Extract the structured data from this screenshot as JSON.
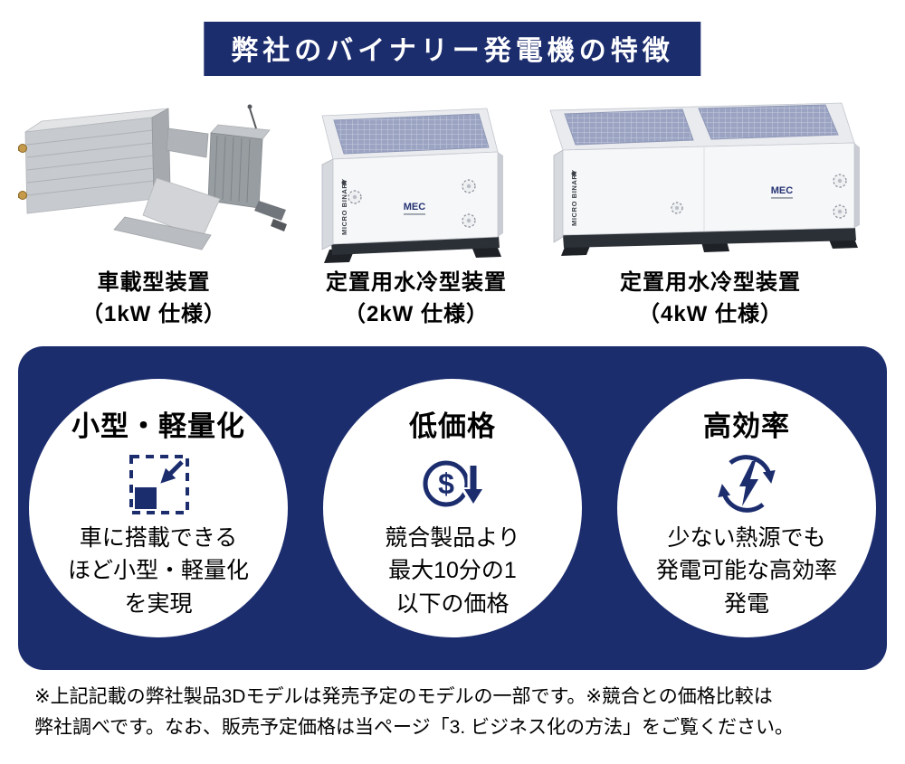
{
  "title": "弊社のバイナリー発電機の特徴",
  "products": [
    {
      "name": "車載型装置",
      "spec": "（1kW 仕様）"
    },
    {
      "name": "定置用水冷型装置",
      "spec": "（2kW 仕様）",
      "brand": "MICRO BINARY",
      "logo": "MEC"
    },
    {
      "name": "定置用水冷型装置",
      "spec": "（4kW 仕様）",
      "brand": "MICRO BINARY",
      "logo": "MEC"
    }
  ],
  "features": [
    {
      "heading": "小型・軽量化",
      "icon": "shrink-arrow-icon",
      "description": "車に搭載できる\nほど小型・軽量化\nを実現"
    },
    {
      "heading": "低価格",
      "icon": "dollar-decrease-icon",
      "dollar_glyph": "$",
      "description": "競合製品より\n最大10分の1\n以下の価格"
    },
    {
      "heading": "高効率",
      "icon": "lightning-cycle-icon",
      "description": "少ない熱源でも\n発電可能な高効率\n発電"
    }
  ],
  "footnote": "※上記記載の弊社製品3Dモデルは発売予定のモデルの一部です。※競合との価格比較は\n弊社調べです。なお、販売予定価格は当ページ「3. ビジネス化の方法」をご覧ください。",
  "colors": {
    "navy": "#1c2d6e",
    "white": "#ffffff",
    "text": "#000000",
    "grid_panel": "#9aa3c2"
  }
}
